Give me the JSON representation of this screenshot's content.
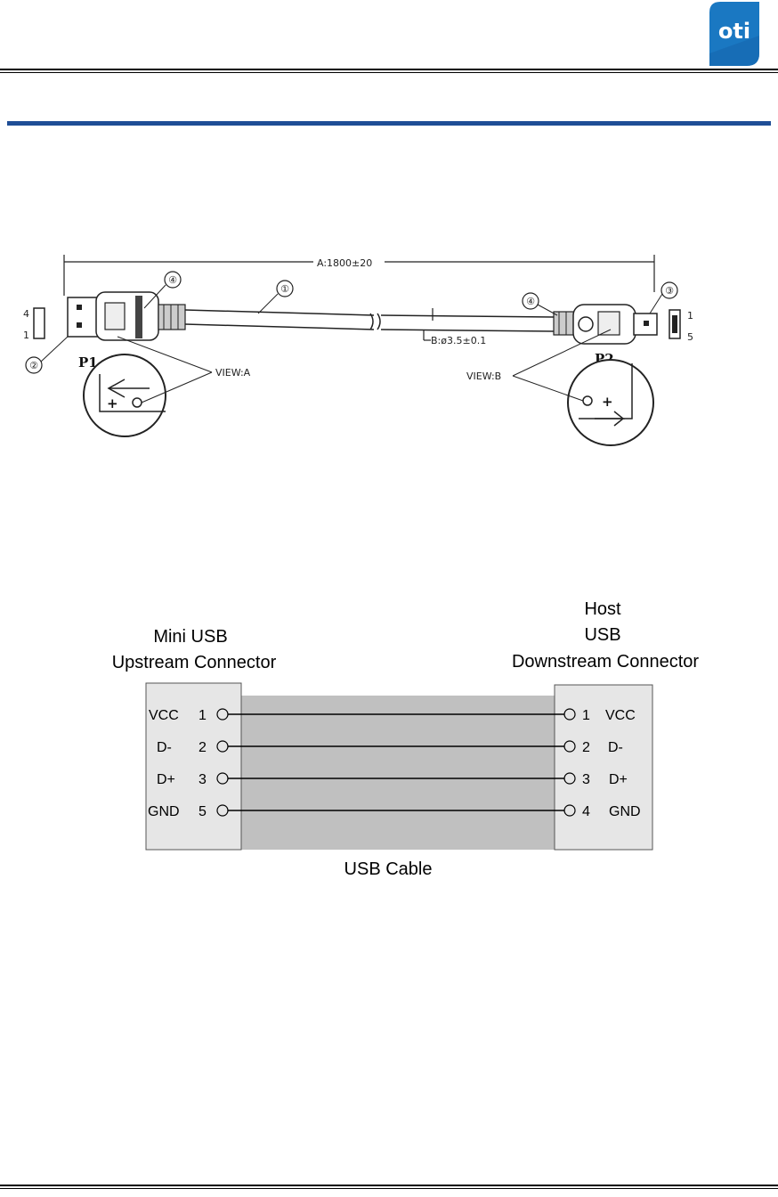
{
  "header": {
    "logo_text": "oti",
    "brand_color": "#1a78c2",
    "rule_color": "#1f4e96"
  },
  "cable_drawing": {
    "dimension_a": "A:1800±20",
    "dimension_b": "B:ø3.5±0.1",
    "callouts": [
      "①",
      "②",
      "③",
      "④",
      "④"
    ],
    "plug_p1": "P1",
    "plug_p2": "P2",
    "view_a": "VIEW:A",
    "view_b": "VIEW:B",
    "left_pins_top": "4",
    "left_pins_bottom": "1",
    "right_pins_top": "1",
    "right_pins_bottom": "5",
    "plus_sign": "+"
  },
  "wiring": {
    "left_title_line1": "Mini USB",
    "left_title_line2": "Upstream Connector",
    "right_title_line1": "Host",
    "right_title_line2": "USB",
    "right_title_line3": "Downstream  Connector",
    "cable_label": "USB Cable",
    "left_pins": [
      {
        "name": "VCC",
        "num": "1"
      },
      {
        "name": "D-",
        "num": "2"
      },
      {
        "name": "D+",
        "num": "3"
      },
      {
        "name": "GND",
        "num": "5"
      }
    ],
    "right_pins": [
      {
        "num": "1",
        "name": "VCC"
      },
      {
        "num": "2",
        "name": "D-"
      },
      {
        "num": "3",
        "name": "D+"
      },
      {
        "num": "4",
        "name": "GND"
      }
    ]
  }
}
